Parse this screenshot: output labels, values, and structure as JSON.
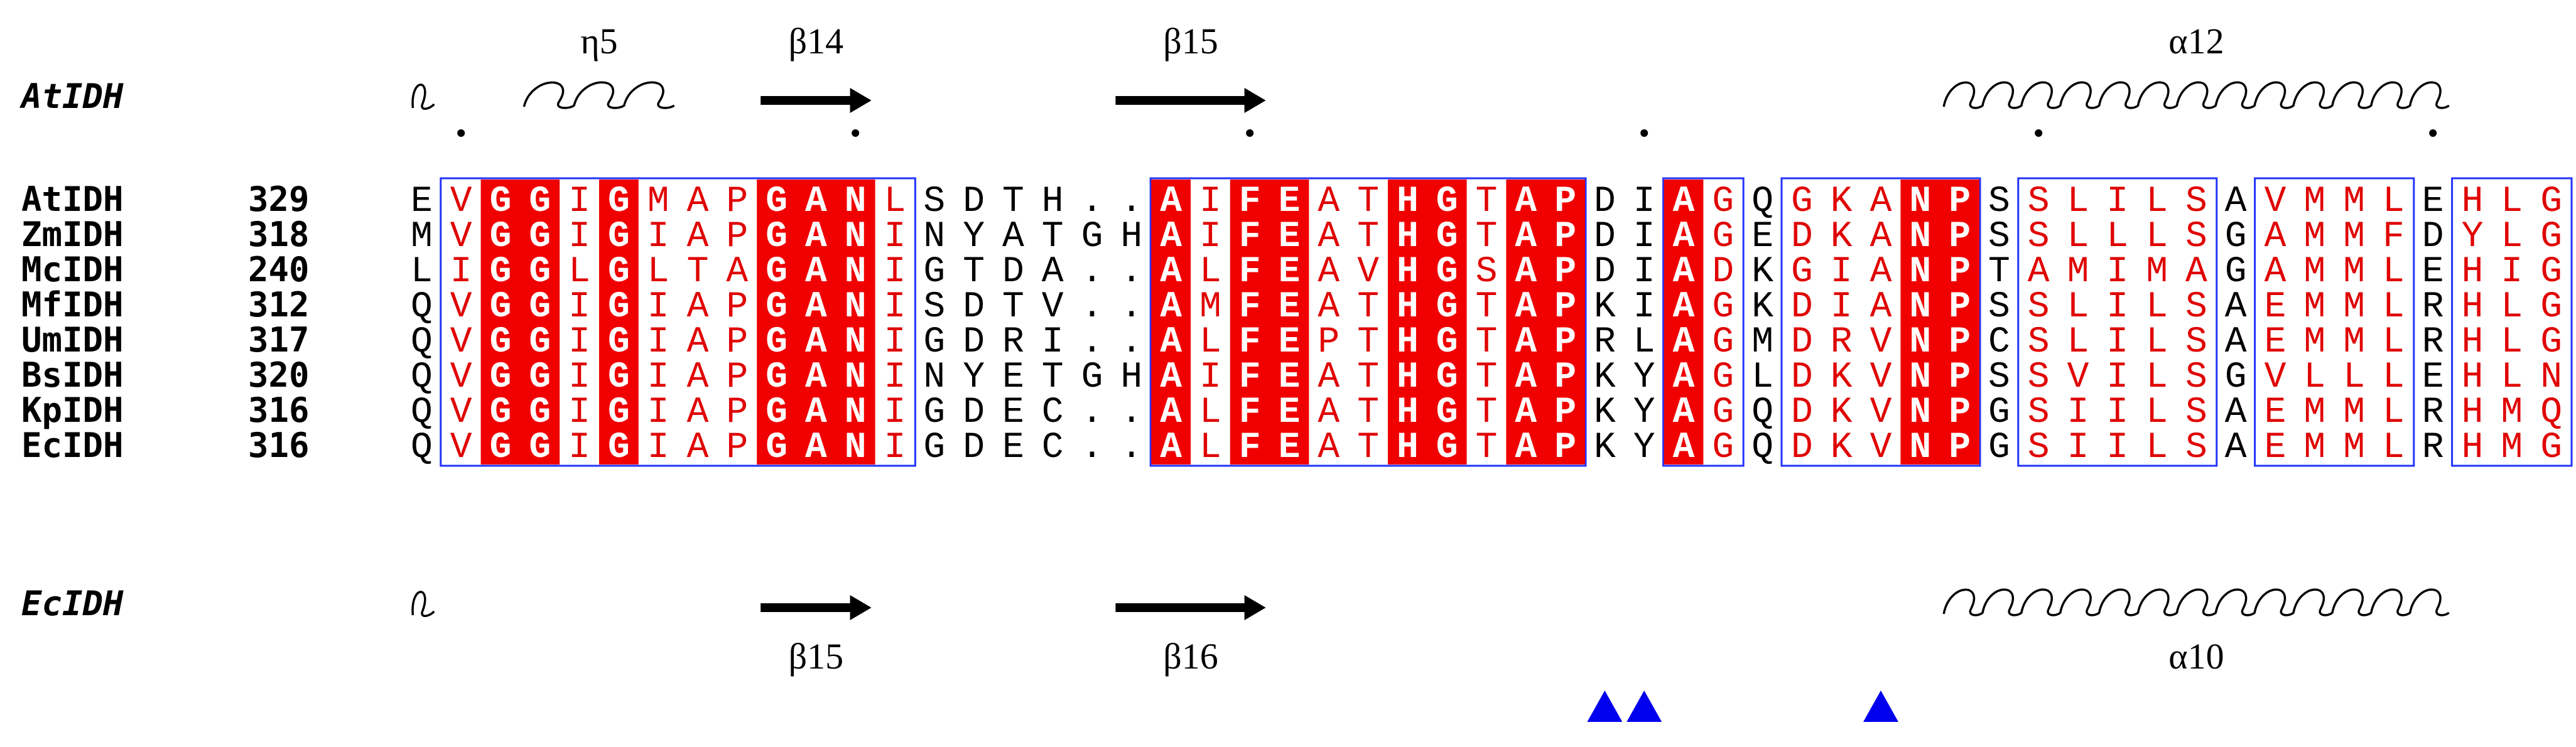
{
  "colors": {
    "identical_bg": "#f00000",
    "identical_fg": "#ffffff",
    "similar_fg": "#e00000",
    "plain_fg": "#000000",
    "box": "#2233ff",
    "triangle": "#0000ee"
  },
  "top_structure": {
    "label": "AtIDH",
    "elements": [
      {
        "type": "coil",
        "start": 0,
        "end": 0
      },
      {
        "type": "eta",
        "label": "η5",
        "start": 3,
        "end": 6
      },
      {
        "type": "strand",
        "label": "β14",
        "start": 9,
        "end": 11
      },
      {
        "type": "strand",
        "label": "β15",
        "start": 18,
        "end": 21
      },
      {
        "type": "helix",
        "label": "α12",
        "start": 39,
        "end": 51
      }
    ],
    "dots": [
      1,
      11,
      21,
      31,
      41,
      51
    ]
  },
  "bottom_structure": {
    "label": "EcIDH",
    "elements": [
      {
        "type": "coil",
        "start": 0,
        "end": 0
      },
      {
        "type": "strand",
        "label": "β15",
        "start": 9,
        "end": 11
      },
      {
        "type": "strand",
        "label": "β16",
        "start": 18,
        "end": 21
      },
      {
        "type": "helix",
        "label": "α10",
        "start": 39,
        "end": 51
      }
    ]
  },
  "sequences": [
    {
      "name": "AtIDH",
      "start": "329",
      "seq": "EVGGIGMAPGANLSDTH..AIFEATHGTAPDIAGQGKANPSSLILSAVMMLEHLG"
    },
    {
      "name": "ZmIDH",
      "start": "318",
      "seq": "MVGGIGIAPGANINYATGHAIFEATHGTAPDIAGEDKANPSSLLLSGAMMFDYLG"
    },
    {
      "name": "McIDH",
      "start": "240",
      "seq": "LIGGLGLTAGANIGTDA..ALFEAVHGSAPDIADKGIANPTAMIMAGAMMLEHIG"
    },
    {
      "name": "MfIDH",
      "start": "312",
      "seq": "QVGGIGIAPGANISDTV..AMFEATHGTAPKIAGKDIANPSSLILSAEMMLRHLG"
    },
    {
      "name": "UmIDH",
      "start": "317",
      "seq": "QVGGIGIAPGANIGDRI..ALFEPTHGTAPRLAGMDRVNPCSLILSAEMMLRHLG"
    },
    {
      "name": "BsIDH",
      "start": "320",
      "seq": "QVGGIGIAPGANINYETGHAIFEATHGTAPKYAGLDKVNPSSVILSGVLLLEHLN"
    },
    {
      "name": "KpIDH",
      "start": "316",
      "seq": "QVGGIGIAPGANIGDEC..ALFEATHGTAPKYAGQDKVNPGSIILSAEMMLRHMQ"
    },
    {
      "name": "EcIDH",
      "start": "316",
      "seq": "QVGGIGIAPGANIGDEC..ALFEATHGTAPKYAGQDKVNPGSIILSAEMMLRHMG"
    }
  ],
  "identical_columns": [
    2,
    3,
    5,
    9,
    10,
    11,
    19,
    21,
    22,
    25,
    26,
    28,
    29,
    32,
    38,
    39
  ],
  "boxes": [
    {
      "start": 1,
      "end": 12
    },
    {
      "start": 19,
      "end": 29
    },
    {
      "start": 32,
      "end": 33
    },
    {
      "start": 35,
      "end": 39
    },
    {
      "start": 41,
      "end": 45
    },
    {
      "start": 47,
      "end": 50
    },
    {
      "start": 52,
      "end": 54
    }
  ],
  "triangles": [
    30,
    31,
    37
  ]
}
